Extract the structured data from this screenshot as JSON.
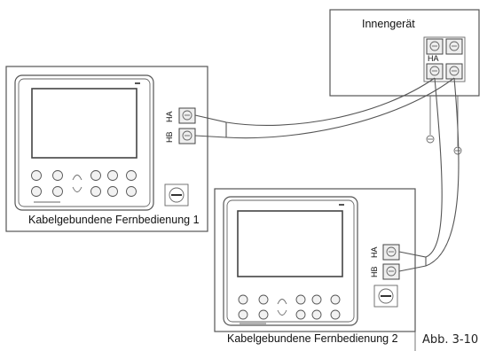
{
  "indoor_unit": {
    "label": "Innengerät",
    "terminal_label": "HA"
  },
  "remote_1": {
    "caption": "Kabelgebundene Fernbedienung 1",
    "terminal_label_top": "HA",
    "terminal_label_bottom": "HB"
  },
  "remote_2": {
    "caption": "Kabelgebundene Fernbedienung 2",
    "terminal_label_top": "HA",
    "terminal_label_bottom": "HB"
  },
  "figure_label": "Abb. 3-10",
  "icons": {
    "ground": "ground-icon",
    "dial": "rotary-switch-icon",
    "terminal": "screw-terminal-icon"
  }
}
